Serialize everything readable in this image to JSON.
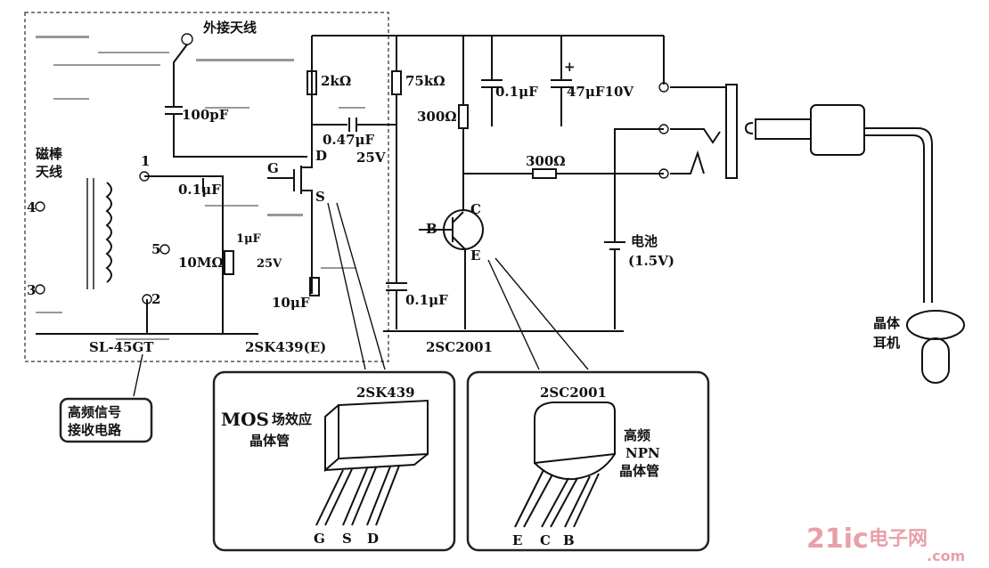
{
  "diagram": {
    "antenna_external": "外接天线",
    "antenna_rod": "磁棒\n天线",
    "c_100pf": "100pF",
    "r_2k": "2kΩ",
    "r_75k": "75kΩ",
    "c_01u_top": "0.1μF",
    "c_47u": "47μF10V",
    "r_300_top": "300Ω",
    "c_047u": "0.47μF",
    "v_25v_top": "25V",
    "pin_g": "G",
    "pin_d": "D",
    "pin_s": "S",
    "c_01u_mid": "0.1μF",
    "r_10m": "10MΩ",
    "r_300_mid": "300Ω",
    "pin_b": "B",
    "pin_c": "C",
    "pin_e": "E",
    "c_01u_bot": "0.1μF",
    "battery": "电池",
    "battery_v": "(1.5V)",
    "c_10u": "10μF",
    "c_1u": "1μF",
    "v_25v_mid": "25V",
    "node_1": "1",
    "node_2": "2",
    "node_3": "3",
    "node_4": "4",
    "node_5": "5",
    "model_sl": "SL-45GT",
    "model_2sk": "2SK439(E)",
    "model_2sc": "2SC2001",
    "rx_label_1": "高频信号",
    "rx_label_2": "接收电路",
    "earphone_1": "晶体",
    "earphone_2": "耳机"
  },
  "mos_box": {
    "part": "2SK439",
    "title_a": "MOS",
    "title_b": "场效应",
    "title_c": "晶体管",
    "pins": [
      "G",
      "S",
      "D"
    ]
  },
  "npn_box": {
    "part": "2SC2001",
    "desc_1": "高频",
    "desc_2": "NPN",
    "desc_3": "晶体管",
    "pins": [
      "E",
      "C",
      "B"
    ]
  },
  "watermark": {
    "brand": "21ic",
    "cn": "电子网",
    "domain": ".com"
  }
}
